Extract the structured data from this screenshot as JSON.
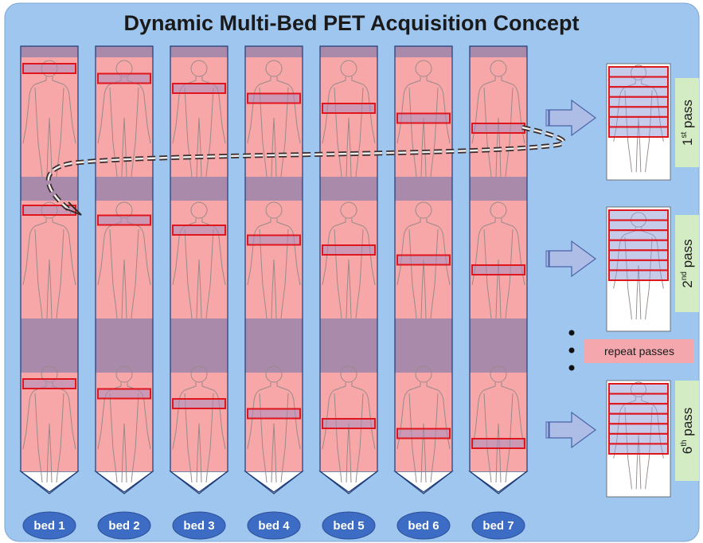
{
  "title": "Dynamic Multi-Bed PET Acquisition Concept",
  "beds": [
    "bed 1",
    "bed 2",
    "bed 3",
    "bed 4",
    "bed 5",
    "bed 6",
    "bed 7"
  ],
  "passes": [
    {
      "number": "1",
      "suffix": "st",
      "word": "pass"
    },
    {
      "number": "2",
      "suffix": "nd",
      "word": "pass"
    },
    {
      "number": "6",
      "suffix": "th",
      "word": "pass"
    }
  ],
  "repeat_label": "repeat passes",
  "colors": {
    "background": "#9ec6ee",
    "column_pink": "#f7a7a7",
    "overlap_band": "#a98aab",
    "bed_box_border": "#e0161e",
    "bed_oval": "#3d6cc4",
    "pass_label_bg": "#d4ecc4",
    "repeat_label_bg": "#f4a8ad",
    "arrow_fill": "#aebde6"
  }
}
